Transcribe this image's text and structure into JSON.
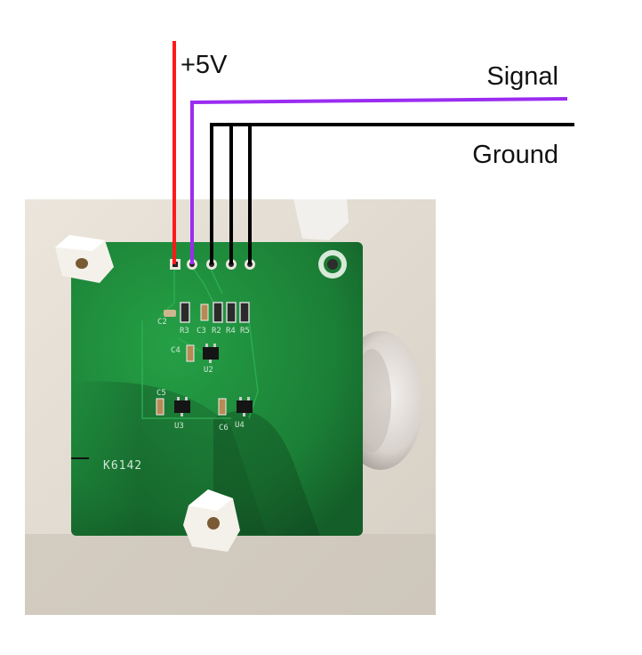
{
  "labels": {
    "power": "+5V",
    "signal": "Signal",
    "ground": "Ground"
  },
  "board": {
    "part_number": "K6142",
    "silkscreen": {
      "R3": "R3",
      "C3": "C3",
      "R2": "R2",
      "R4": "R4",
      "R5": "R5",
      "C4": "C4",
      "U2": "U2",
      "C5": "C5",
      "U3": "U3",
      "C6": "C6",
      "U4": "U4",
      "C2": "C2"
    }
  },
  "colors": {
    "power_wire": "#ff1a1a",
    "signal_wire": "#9b2cf0",
    "ground_wire": "#000000",
    "pcb": "#1f8a3a",
    "backdrop": "#e4ddd3"
  }
}
